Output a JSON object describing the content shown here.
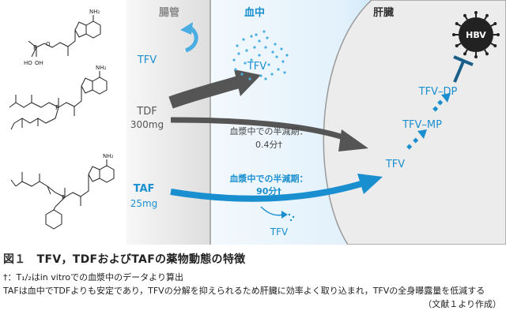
{
  "regions": {
    "gut": "腸管",
    "blood": "血中",
    "liver": "肝臓"
  },
  "drugs": {
    "tfv_label": "TFV",
    "tdf_name": "TDF",
    "tdf_dose": "300mg",
    "taf_name": "TAF",
    "taf_dose": "25mg"
  },
  "blood_labels": {
    "tfv_dispersed": "TFV",
    "tdf_halflife_line1": "血漿中での半減期：",
    "tdf_halflife_line2": "0.4分†",
    "taf_halflife_line1": "血漿中での半減期：",
    "taf_halflife_line2": "90分†",
    "tfv_small": "TFV"
  },
  "liver_labels": {
    "tfv": "TFV",
    "tfv_mp": "TFV–MP",
    "tfv_dp": "TFV–DP",
    "hbv": "HBV"
  },
  "molecules": {
    "adenine_label": "NH₂"
  },
  "caption": {
    "figure_label": "図１",
    "title": "TFV，TDFおよびTAFの薬物動態の特徴",
    "note": "†：T₁/₂はin vitroでの血漿中のデータより算出",
    "body": "TAFは血中でTDFよりも安定であり，TFVの分解を抑えられるため肝臓に効率よく取り込まれ，TFVの全身曝露量を低減する",
    "source": "（文献１より作成）"
  },
  "colors": {
    "blue": "#1a8fd0",
    "gray_arrow": "#555555",
    "gut_bg": "#e8e8e8",
    "blood_bg_light": "#eef7fd",
    "blood_bg_dark": "#cfe8f7",
    "liver_bg": "#ececec"
  }
}
